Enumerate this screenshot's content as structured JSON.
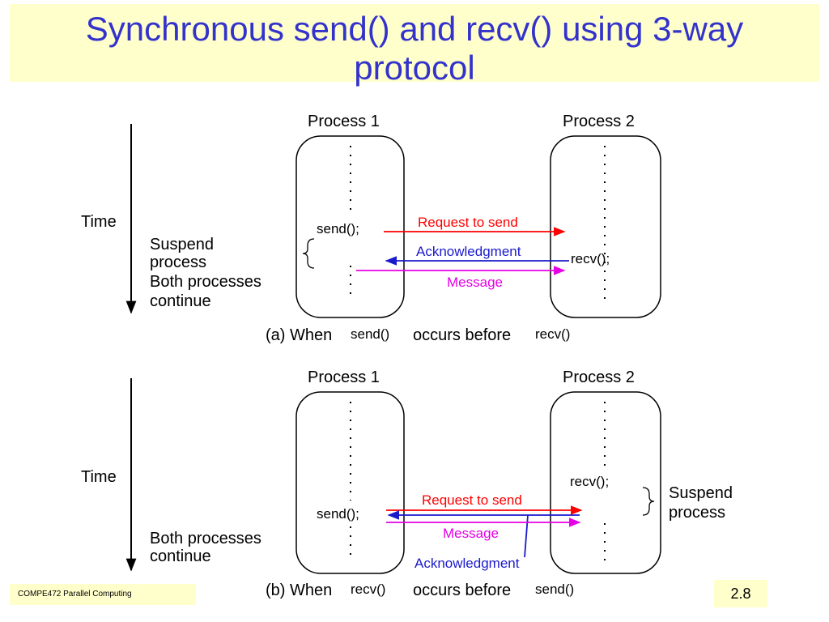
{
  "title": {
    "line1": "Synchronous send() and recv() using 3-way",
    "line2": "protocol"
  },
  "panel_a": {
    "process1": "Process 1",
    "process2": "Process 2",
    "time": "Time",
    "send_call": "send();",
    "recv_call": "recv();",
    "request": "Request to send",
    "ack": "Acknowledgment",
    "message": "Message",
    "suspend_line1": "Suspend",
    "suspend_line2": "process",
    "continue_line1": "Both processes",
    "continue_line2": "continue",
    "caption_prefix": "(a) When",
    "caption_first": "send()",
    "caption_mid": "occurs before",
    "caption_second": "recv()"
  },
  "panel_b": {
    "process1": "Process 1",
    "process2": "Process 2",
    "time": "Time",
    "send_call": "send();",
    "recv_call": "recv();",
    "request": "Request to send",
    "ack": "Acknowledgment",
    "message": "Message",
    "suspend_line1": "Suspend",
    "suspend_line2": "process",
    "continue_line1": "Both processes",
    "continue_line2": "continue",
    "caption_prefix": "(b) When",
    "caption_first": "recv()",
    "caption_mid": "occurs before",
    "caption_second": "send()"
  },
  "footer": {
    "course": "COMPE472 Parallel Computing",
    "page": "2.8"
  },
  "colors": {
    "title": "#3333cc",
    "request": "#ff0000",
    "ack": "#1a1acc",
    "message": "#e600e6",
    "band": "#ffffcc"
  }
}
